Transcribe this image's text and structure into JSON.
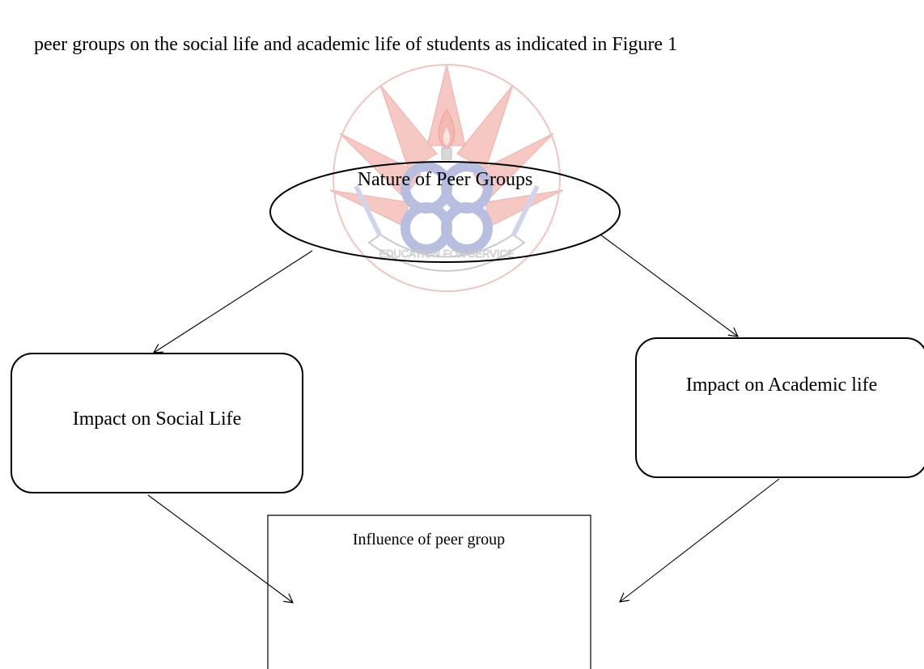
{
  "intro": {
    "text": "peer groups on the social life and academic life of students as indicated in Figure 1"
  },
  "watermark": {
    "name": "university-seal",
    "motto": "EDUCATION FOR SERVICE",
    "colors": {
      "red": "#f2b4ae",
      "blue": "#b9bedf",
      "gray": "#c8c8c8"
    }
  },
  "diagram": {
    "nature": {
      "label": "Nature of Peer Groups"
    },
    "social": {
      "label": "Impact on Social Life"
    },
    "academic": {
      "label": "Impact on Academic life"
    },
    "influence": {
      "label": "Influence of peer group"
    }
  }
}
